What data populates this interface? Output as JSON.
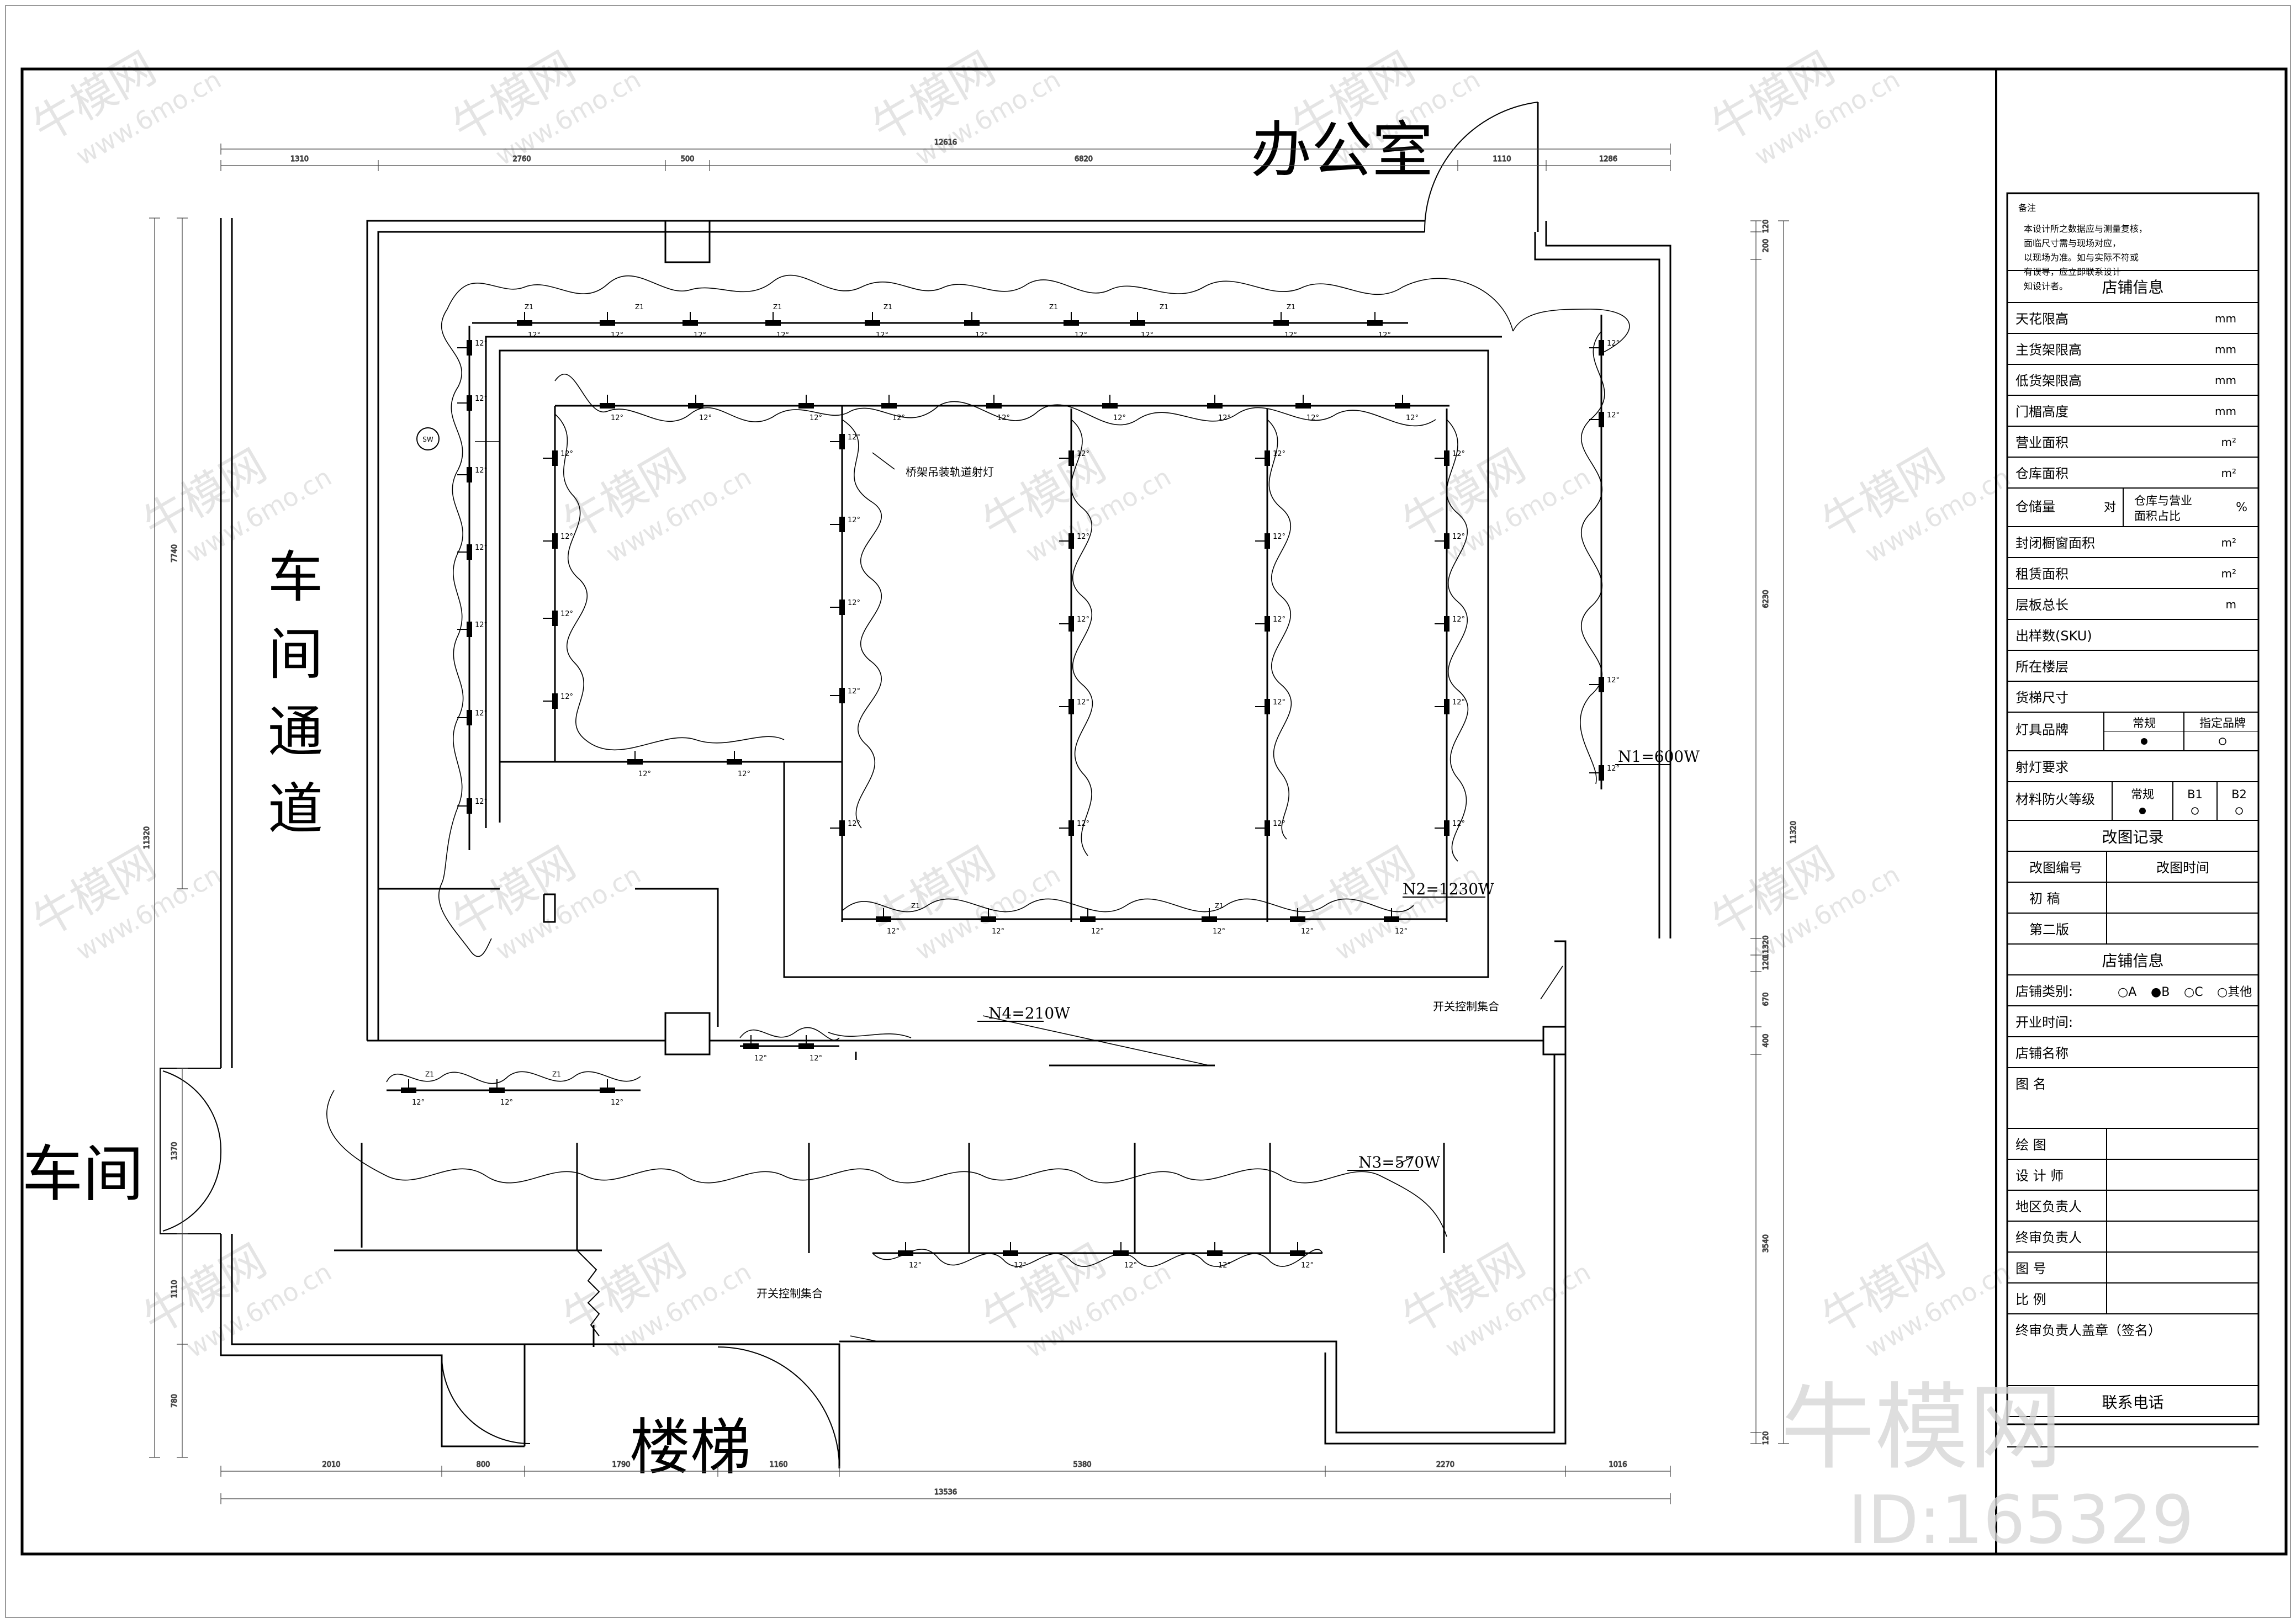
{
  "rooms": {
    "office": "办公室",
    "workshop_corridor": [
      "车",
      "间",
      "通",
      "道"
    ],
    "workshop": "车间",
    "stairs": "楼梯"
  },
  "circuits": {
    "n1": "N1=600W",
    "n2": "N2=1230W",
    "n3": "N3=570W",
    "n4": "N4=210W"
  },
  "annotations": {
    "switch_1": "开关控制集合",
    "switch_2": "开关控制集合",
    "note_lamp": "桥架吊装轨道射灯",
    "lamp_label": "12°",
    "lamp_tag": "Z1",
    "socket_tag": "SW"
  },
  "dimensions": {
    "top": [
      "1310",
      "2760",
      "500",
      "6820",
      "1110",
      "1286"
    ],
    "top_total": "12616",
    "bottom": [
      "2010",
      "800",
      "1790",
      "1160",
      "5380",
      "2270",
      "1016"
    ],
    "bottom_total": "13536",
    "left": [
      "7740",
      "11320",
      "1370",
      "1110",
      "780"
    ],
    "right": [
      "120",
      "200",
      "6230",
      "11320",
      "120",
      "670",
      "400",
      "3540",
      "120"
    ]
  },
  "title_block": {
    "notes_heading": "备注",
    "notes_text": [
      "本设计所之数据应与测量复核，",
      "面临尺寸需与现场对应，",
      "以现场为准。如与实际不符或",
      "有误导，应立即联系设计",
      "知设计者。"
    ],
    "store_info_heading": "店铺信息",
    "rows_units": [
      {
        "label": "天花限高",
        "unit": "mm"
      },
      {
        "label": "主货架限高",
        "unit": "mm"
      },
      {
        "label": "低货架限高",
        "unit": "mm"
      },
      {
        "label": "门楣高度",
        "unit": "mm"
      },
      {
        "label": "营业面积",
        "unit": "m²"
      },
      {
        "label": "仓库面积",
        "unit": "m²"
      }
    ],
    "warehouse_row": {
      "label": "仓储量",
      "mid": "对",
      "right_top": "仓库与营业",
      "right_bottom": "面积占比",
      "unit": "%"
    },
    "rows_units_2": [
      {
        "label": "封闭橱窗面积",
        "unit": "m²"
      },
      {
        "label": "租赁面积",
        "unit": "m²"
      },
      {
        "label": "层板总长",
        "unit": "m"
      }
    ],
    "rows_plain": [
      "出样数(SKU)",
      "所在楼层",
      "货梯尺寸"
    ],
    "lamp_brand": {
      "label": "灯具品牌",
      "opt1": "常规",
      "opt2": "指定品牌"
    },
    "spot_req": "射灯要求",
    "fire_rating": {
      "label": "材料防火等级",
      "opt1": "常规",
      "opt2": "B1",
      "opt3": "B2"
    },
    "revision_heading": "改图记录",
    "revision_cols": [
      "改图编号",
      "改图时间"
    ],
    "revision_rows": [
      "初 稿",
      "第二版"
    ],
    "store_info_heading_2": "店铺信息",
    "store_type": {
      "label": "店铺类别:",
      "options": [
        "○A",
        "●B",
        "○C",
        "○其他"
      ]
    },
    "open_time": "开业时间:",
    "store_name": "店铺名称",
    "drawing_name": "图 名",
    "sign_rows": [
      "绘    图",
      "设 计 师",
      "地区负责人",
      "终审负责人",
      "图    号",
      "比    例"
    ],
    "final_sign": "终审负责人盖章（签名）",
    "contact": "联系电话"
  },
  "watermark": {
    "logo": "牛模网",
    "id": "ID:165329",
    "tile": "牛模网",
    "tile_url": "www.6mo.cn"
  }
}
